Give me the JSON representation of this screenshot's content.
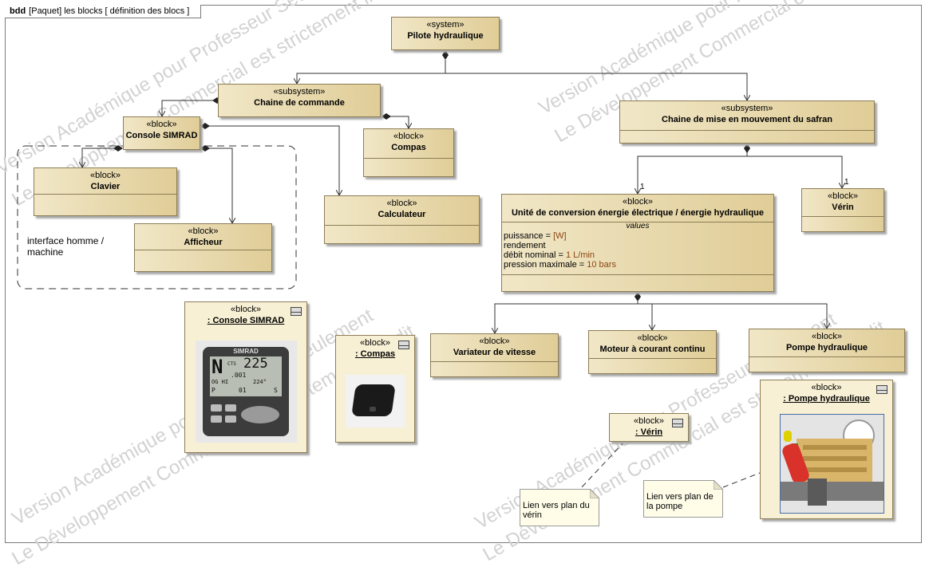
{
  "frame": {
    "kind": "bdd",
    "title": "[Paquet] les blocks [ définition des blocs ]"
  },
  "watermarks": [
    "Version Académique pour Professeur Seulement",
    "Le Développement Commercial est strictement interdit"
  ],
  "blocks": {
    "pilote": {
      "stereotype": "«system»",
      "name": "Pilote hydraulique"
    },
    "chaine_commande": {
      "stereotype": "«subsystem»",
      "name": "Chaine de commande"
    },
    "chaine_mouvement": {
      "stereotype": "«subsystem»",
      "name": "Chaine de mise en mouvement du safran"
    },
    "console": {
      "stereotype": "«block»",
      "name": "Console SIMRAD"
    },
    "compas": {
      "stereotype": "«block»",
      "name": "Compas"
    },
    "clavier": {
      "stereotype": "«block»",
      "name": "Clavier"
    },
    "afficheur": {
      "stereotype": "«block»",
      "name": "Afficheur"
    },
    "calculateur": {
      "stereotype": "«block»",
      "name": "Calculateur"
    },
    "unite": {
      "stereotype": "«block»",
      "name": "Unité de conversion énergie électrique / énergie hydraulique",
      "compartment": "values",
      "values": [
        {
          "name": "puissance = ",
          "value": "[W]"
        },
        {
          "name": "rendement",
          "value": ""
        },
        {
          "name": "débit nominal = ",
          "value": "1 L/min"
        },
        {
          "name": "pression maximale = ",
          "value": "10 bars"
        }
      ]
    },
    "verin": {
      "stereotype": "«block»",
      "name": "Vérin"
    },
    "variateur": {
      "stereotype": "«block»",
      "name": "Variateur de vitesse"
    },
    "moteur": {
      "stereotype": "«block»",
      "name": "Moteur à courant continu"
    },
    "pompe": {
      "stereotype": "«block»",
      "name": "Pompe hydraulique"
    }
  },
  "instances": {
    "console": {
      "stereotype": "«block»",
      "name": ": Console SIMRAD"
    },
    "compas": {
      "stereotype": "«block»",
      "name": ": Compas"
    },
    "verin": {
      "stereotype": "«block»",
      "name": ": Vérin"
    },
    "pompe": {
      "stereotype": "«block»",
      "name": ": Pompe hydraulique"
    }
  },
  "console_screen": {
    "brand": "SIMRAD",
    "heading_letter": "N",
    "value": "225",
    "cts": "CTS",
    "small_value": ".001",
    "mode": "OG HI",
    "heading2": "224°",
    "bottom_left": "P",
    "bottom_mid": "01",
    "bottom_right": "S"
  },
  "groups": {
    "ihm": "interface homme / machine"
  },
  "multiplicities": {
    "unite": "1",
    "verin": "1"
  },
  "notes": {
    "verin": "Lien vers plan du vérin",
    "pompe": "Lien vers plan de la pompe"
  },
  "colors": {
    "block_light": "#f1e7c7",
    "block_dark": "#e0cd97",
    "border": "#8c7d55",
    "value": "#8b4513"
  }
}
